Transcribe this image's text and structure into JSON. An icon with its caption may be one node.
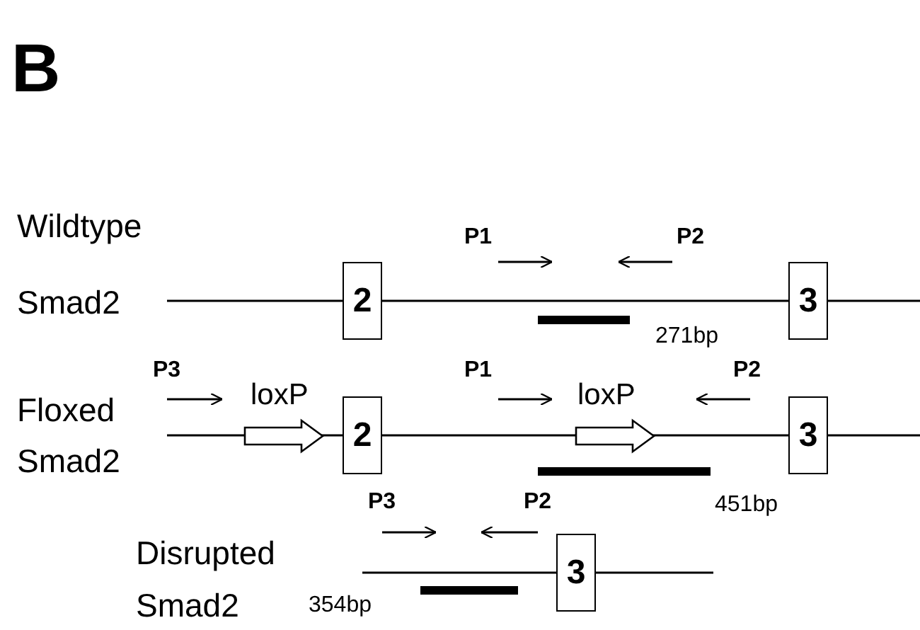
{
  "diagram": {
    "nodes": [
      {
        "text": [
          "2"
        ]
      },
      {
        "text": [
          "3"
        ]
      },
      {
        "text": [
          "2"
        ]
      },
      {
        "text": [
          "3"
        ]
      },
      {
        "text": [
          "3"
        ]
      }
    ],
    "edges": [
      {
        "from": 0,
        "to": 1,
        "arrow": "none"
      },
      {
        "from": 2,
        "to": 3,
        "arrow": "none"
      }
    ],
    "labels": [
      "B",
      "P1",
      "P2",
      "Wildtype",
      "Smad2",
      "271bp",
      "P3",
      "loxP",
      "P1",
      "loxP",
      "P2",
      "Floxed",
      "Smad2",
      "P3",
      "P2",
      "451bp",
      "Disrupted",
      "Smad2",
      "354bp"
    ]
  }
}
